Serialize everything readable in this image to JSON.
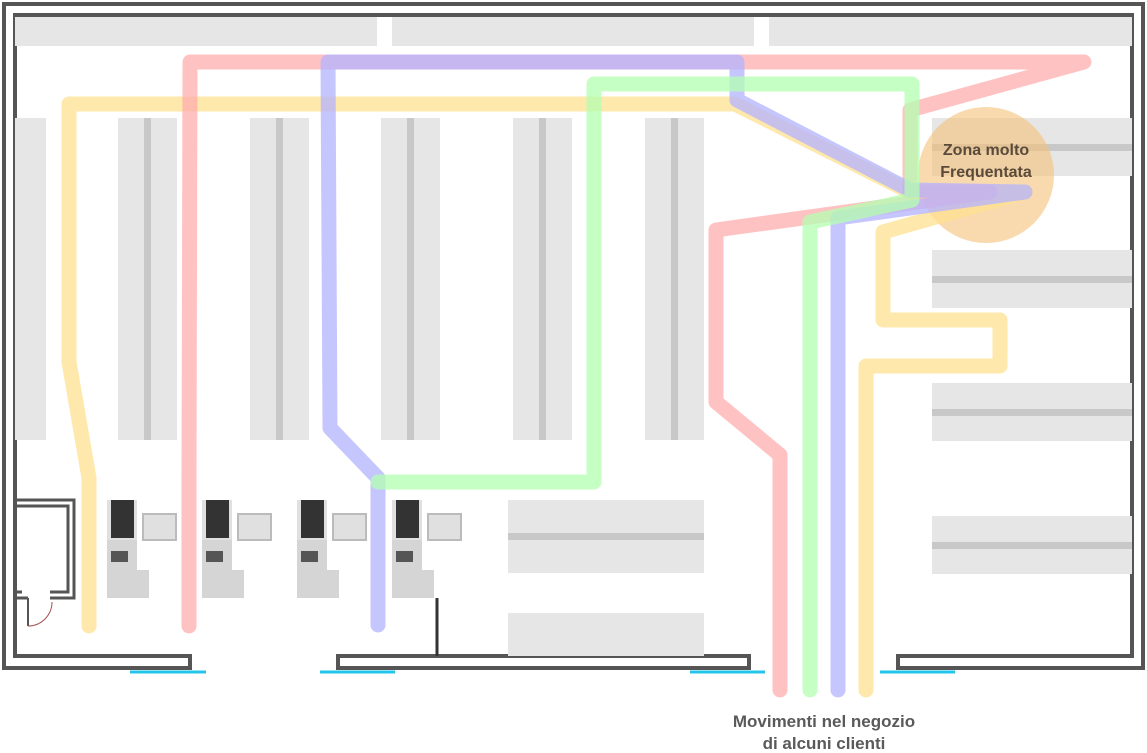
{
  "hot_zone": {
    "label_line1": "Zona molto",
    "label_line2": "Frequentata",
    "color": "#f5c27a"
  },
  "caption": {
    "line1": "Movimenti nel negozio",
    "line2": "di alcuni clienti"
  },
  "paths": [
    {
      "id": "yellow",
      "color": "#fde08f"
    },
    {
      "id": "red",
      "color": "#ffadad"
    },
    {
      "id": "purple",
      "color": "#b3b3ff"
    },
    {
      "id": "green",
      "color": "#b3ffb0"
    }
  ],
  "colors": {
    "wall": "#555555",
    "shelf": "#e6e6e6",
    "shelf_divider": "#c8c8c8",
    "entrance": "#22c5e8",
    "register_dark": "#333333",
    "register_light": "#e0e0e0"
  }
}
